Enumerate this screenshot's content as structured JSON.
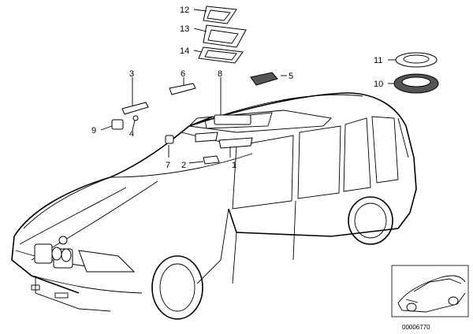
{
  "diagram": {
    "callouts": [
      "1",
      "2",
      "3",
      "4",
      "5",
      "6",
      "7",
      "8",
      "9",
      "10",
      "11",
      "12",
      "13",
      "14"
    ],
    "image_code": "00006770"
  }
}
